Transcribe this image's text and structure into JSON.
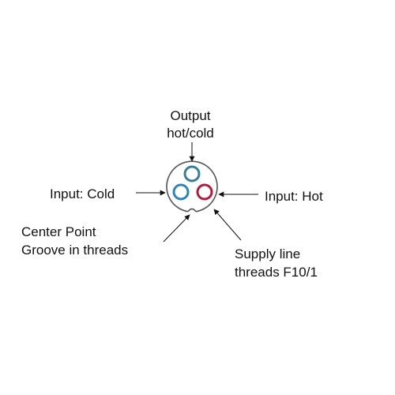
{
  "labels": {
    "output_line1": "Output",
    "output_line2": "hot/cold",
    "input_cold": "Input: Cold",
    "input_hot": "Input: Hot",
    "center_line1": "Center Point",
    "center_line2": "Groove in threads",
    "supply_line1": "Supply line",
    "supply_line2": "threads F10/1"
  },
  "colors": {
    "output_port": "#3a7d9a",
    "cold_port": "#2e86b8",
    "hot_port": "#b01e3c",
    "outline": "#555555",
    "text": "#111111"
  }
}
